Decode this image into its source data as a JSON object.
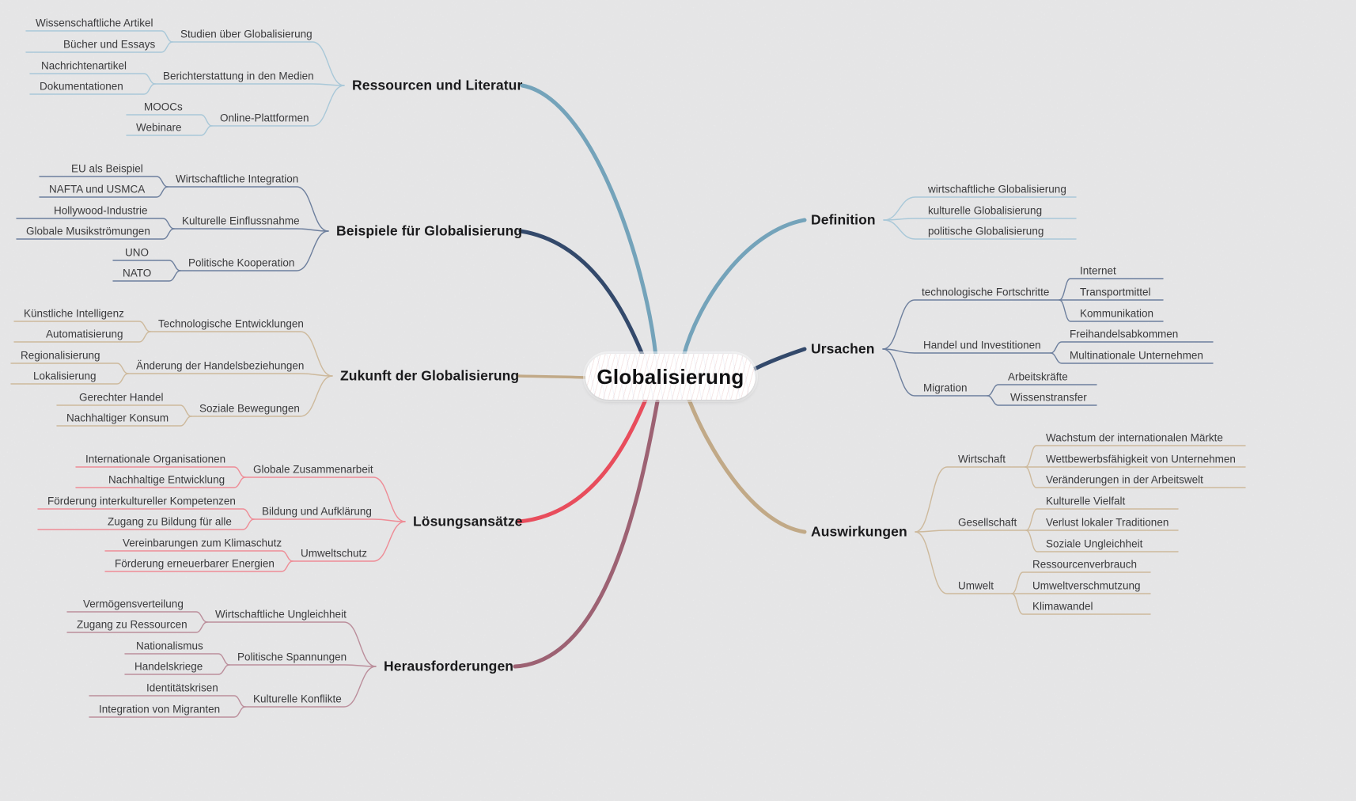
{
  "title": "Globalisierung Mindmap",
  "canvas_background": "#efeff0",
  "center": {
    "label": "Globalisierung"
  },
  "branches": [
    {
      "label": "Ressourcen und Literatur",
      "side": "left",
      "color": "#74a3ba",
      "line_color": "#a9c8d8",
      "children": [
        {
          "label": "Studien über Globalisierung",
          "children": [
            {
              "label": "Wissenschaftliche Artikel"
            },
            {
              "label": "Bücher und Essays"
            }
          ]
        },
        {
          "label": "Berichterstattung in den Medien",
          "children": [
            {
              "label": "Nachrichtenartikel"
            },
            {
              "label": "Dokumentationen"
            }
          ]
        },
        {
          "label": "Online-Plattformen",
          "children": [
            {
              "label": "MOOCs"
            },
            {
              "label": "Webinare"
            }
          ]
        }
      ]
    },
    {
      "label": "Beispiele für Globalisierung",
      "side": "left",
      "color": "#33496b",
      "line_color": "#6d7f9d",
      "children": [
        {
          "label": "Wirtschaftliche Integration",
          "children": [
            {
              "label": "EU als Beispiel"
            },
            {
              "label": "NAFTA und USMCA"
            }
          ]
        },
        {
          "label": "Kulturelle Einflussnahme",
          "children": [
            {
              "label": "Hollywood-Industrie"
            },
            {
              "label": "Globale Musikströmungen"
            }
          ]
        },
        {
          "label": "Politische Kooperation",
          "children": [
            {
              "label": "UNO"
            },
            {
              "label": "NATO"
            }
          ]
        }
      ]
    },
    {
      "label": "Zukunft der Globalisierung",
      "side": "left",
      "color": "#c1a987",
      "line_color": "#cdb99c",
      "children": [
        {
          "label": "Technologische Entwicklungen",
          "children": [
            {
              "label": "Künstliche Intelligenz"
            },
            {
              "label": "Automatisierung"
            }
          ]
        },
        {
          "label": "Änderung der Handelsbeziehungen",
          "children": [
            {
              "label": "Regionalisierung"
            },
            {
              "label": "Lokalisierung"
            }
          ]
        },
        {
          "label": "Soziale Bewegungen",
          "children": [
            {
              "label": "Gerechter Handel"
            },
            {
              "label": "Nachhaltiger Konsum"
            }
          ]
        }
      ]
    },
    {
      "label": "Lösungsansätze",
      "side": "left",
      "color": "#e84d5c",
      "line_color": "#ee8c96",
      "children": [
        {
          "label": "Globale Zusammenarbeit",
          "children": [
            {
              "label": "Internationale Organisationen"
            },
            {
              "label": "Nachhaltige Entwicklung"
            }
          ]
        },
        {
          "label": "Bildung und Aufklärung",
          "children": [
            {
              "label": "Förderung interkultureller Kompetenzen"
            },
            {
              "label": "Zugang zu Bildung für alle"
            }
          ]
        },
        {
          "label": "Umweltschutz",
          "children": [
            {
              "label": "Vereinbarungen zum Klimaschutz"
            },
            {
              "label": "Förderung erneuerbarer Energien"
            }
          ]
        }
      ]
    },
    {
      "label": "Herausforderungen",
      "side": "left",
      "color": "#9d6273",
      "line_color": "#bb8e9b",
      "children": [
        {
          "label": "Wirtschaftliche Ungleichheit",
          "children": [
            {
              "label": "Vermögensverteilung"
            },
            {
              "label": "Zugang zu Ressourcen"
            }
          ]
        },
        {
          "label": "Politische Spannungen",
          "children": [
            {
              "label": "Nationalismus"
            },
            {
              "label": "Handelskriege"
            }
          ]
        },
        {
          "label": "Kulturelle Konflikte",
          "children": [
            {
              "label": "Identitätskrisen"
            },
            {
              "label": "Integration von Migranten"
            }
          ]
        }
      ]
    },
    {
      "label": "Definition",
      "side": "right",
      "color": "#74a3ba",
      "line_color": "#a9c8d8",
      "children": [
        {
          "label": "wirtschaftliche Globalisierung"
        },
        {
          "label": "kulturelle Globalisierung"
        },
        {
          "label": "politische Globalisierung"
        }
      ]
    },
    {
      "label": "Ursachen",
      "side": "right",
      "color": "#33496b",
      "line_color": "#6d7f9d",
      "children": [
        {
          "label": "technologische Fortschritte",
          "children": [
            {
              "label": "Internet"
            },
            {
              "label": "Transportmittel"
            },
            {
              "label": "Kommunikation"
            }
          ]
        },
        {
          "label": "Handel und Investitionen",
          "children": [
            {
              "label": "Freihandelsabkommen"
            },
            {
              "label": "Multinationale Unternehmen"
            }
          ]
        },
        {
          "label": "Migration",
          "children": [
            {
              "label": "Arbeitskräfte"
            },
            {
              "label": "Wissenstransfer"
            }
          ]
        }
      ]
    },
    {
      "label": "Auswirkungen",
      "side": "right",
      "color": "#c1a987",
      "line_color": "#cdb99c",
      "children": [
        {
          "label": "Wirtschaft",
          "children": [
            {
              "label": "Wachstum der internationalen Märkte"
            },
            {
              "label": "Wettbewerbsfähigkeit von Unternehmen"
            },
            {
              "label": "Veränderungen in der Arbeitswelt"
            }
          ]
        },
        {
          "label": "Gesellschaft",
          "children": [
            {
              "label": "Kulturelle Vielfalt"
            },
            {
              "label": "Verlust lokaler Traditionen"
            },
            {
              "label": "Soziale Ungleichheit"
            }
          ]
        },
        {
          "label": "Umwelt",
          "children": [
            {
              "label": "Ressourcenverbrauch"
            },
            {
              "label": "Umweltverschmutzung"
            },
            {
              "label": "Klimawandel"
            }
          ]
        }
      ]
    }
  ]
}
